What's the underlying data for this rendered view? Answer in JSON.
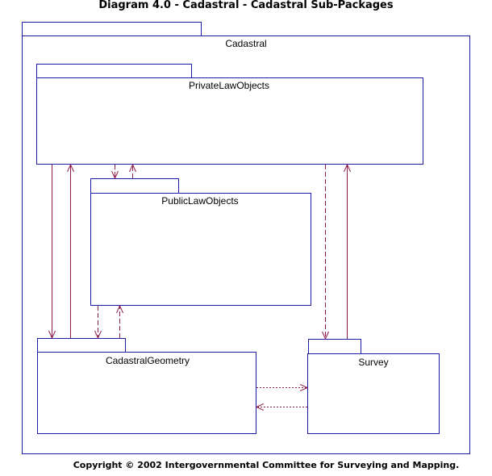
{
  "title": "Diagram 4.0 - Cadastral - Cadastral Sub-Packages",
  "footer": "Copyright © 2002 Intergovernmental Committee for Surveying and Mapping.",
  "packages": {
    "cadastral": "Cadastral",
    "private_law_objects": "PrivateLawObjects",
    "public_law_objects": "PublicLawObjects",
    "cadastral_geometry": "CadastralGeometry",
    "survey": "Survey"
  },
  "colors": {
    "package_border": "#1a1aa6",
    "dependency_line": "#8b1a4a"
  }
}
